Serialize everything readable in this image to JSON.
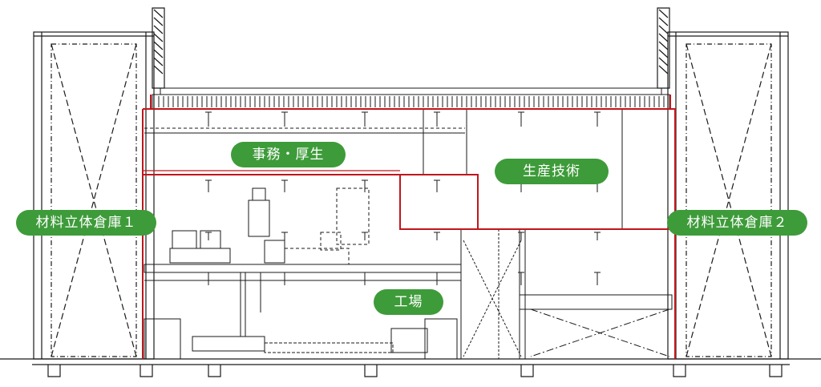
{
  "labels": {
    "office": "事務・厚生",
    "production_engineering": "生産技術",
    "warehouse_1": "材料立体倉庫１",
    "warehouse_2": "材料立体倉庫２",
    "factory": "工場"
  },
  "colors": {
    "label_bg": "#3e9b3a",
    "zone_outline": "#c0161c",
    "line": "#1a1a1a"
  }
}
